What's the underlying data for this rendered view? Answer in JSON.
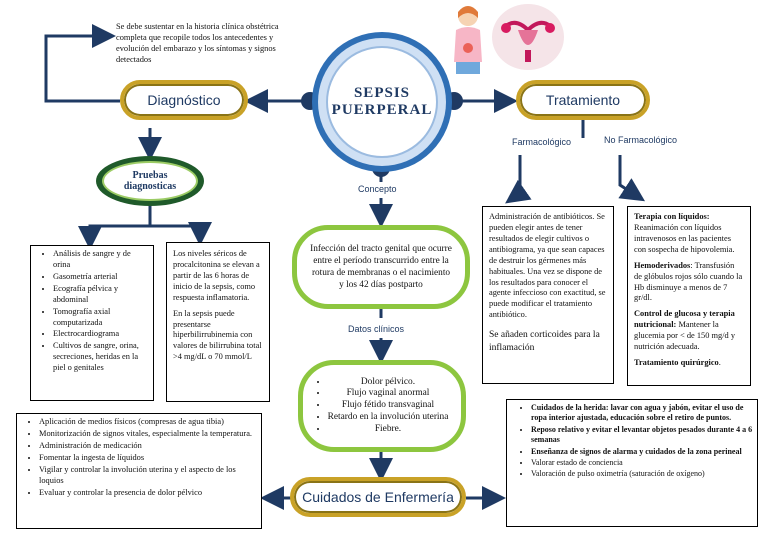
{
  "center": {
    "line1": "SEPSIS",
    "line2": "PUERPERAL"
  },
  "intro_note": "Se debe sustentar en la historia clínica obstétrica completa que recopile todos los antecedentes y evolución del embarazo y los síntomas y signos detectados",
  "diagnostico": {
    "title": "Diagnóstico",
    "pruebas": {
      "line1": "Pruebas",
      "line2": "diagnosticas"
    },
    "tests": [
      "Análisis de sangre y de orina",
      "Gasometría arterial",
      "Ecografía pélvica y abdominal",
      "Tomografía axial computarizada",
      "Electrocardiograma",
      "Cultivos de sangre, orina, secreciones, heridas en la piel o genitales"
    ],
    "procalcitonina": "Los niveles séricos de procalcitonina se elevan a partir de las 6 horas de inicio de la sepsis, como respuesta inflamatoria.",
    "hiperbilirrubinemia": "En la sepsis puede presentarse hiperbilirrubinemia con valores de bilirrubina total >4 mg/dL o 70 mmol/L"
  },
  "tratamiento": {
    "title": "Tratamiento",
    "farmacologico_label": "Farmacológico",
    "no_farmacologico_label": "No Farmacológico",
    "farmacologico_text": "Administración de antibióticos. Se pueden elegir antes de tener resultados de elegir cultivos o antibiograma, ya que sean capaces de destruir los gérmenes más habituales. Una vez se dispone de los resultados para conocer el agente infeccioso con exactitud, se puede modificar el tratamiento antibiótico.",
    "corticoides": "Se añaden corticoides para la inflamación",
    "liquidos_title": "Terapia con líquidos:",
    "liquidos_text": "Reanimación con líquidos intravenosos en las pacientes con sospecha de hipovolemia.",
    "hemoderivados_title": "Hemoderivados",
    "hemoderivados_text": ": Transfusión de glóbulos rojos sólo cuando la Hb disminuye a menos de 7 gr/dl.",
    "glucosa_title": "Control de glucosa y terapia nutricional:",
    "glucosa_text": " Mantener la glucemia por < de 150 mg/d y nutrición adecuada.",
    "quirurgico_title": "Tratamiento quirúrgico",
    "quirurgico_end": "."
  },
  "concepto": {
    "label": "Concepto",
    "text": "Infección del tracto genital que ocurre entre el período transcurrido entre la rotura de membranas o el nacimiento y los 42 días postparto"
  },
  "datos_clinicos": {
    "label": "Datos clínicos",
    "items": [
      "Dolor pélvico.",
      "Flujo vaginal anormal",
      "Flujo fétido transvaginal",
      "Retardo en la involución uterina",
      "Fiebre."
    ]
  },
  "cuidados": {
    "title": "Cuidados de Enfermería",
    "left": [
      "Aplicación de medios físicos (compresas de agua tibia)",
      "Monitorización de signos vitales, especialmente la temperatura.",
      "Administración de medicación",
      "Fomentar la ingesta de líquidos",
      "Vigilar y controlar la involución uterina y el aspecto de los loquios",
      "Evaluar y controlar la presencia de dolor pélvico"
    ],
    "right_bold": [
      "Cuidados de la herida: lavar con agua y jabón, evitar el uso de ropa interior ajustada, educación sobre el retiro de puntos.",
      "Reposo relativo y evitar el levantar objetos pesados durante 4 a 6 semanas",
      "Enseñanza de signos de alarma y cuidados de la zona perineal"
    ],
    "right_plain": [
      "Valorar estado de conciencia",
      "Valoración de pulso oximetría (saturación de oxígeno)"
    ]
  },
  "colors": {
    "navy": "#1f3a63",
    "gold": "#c9a227",
    "green": "#8dc63f",
    "center_ring": "#2f6fb5"
  }
}
